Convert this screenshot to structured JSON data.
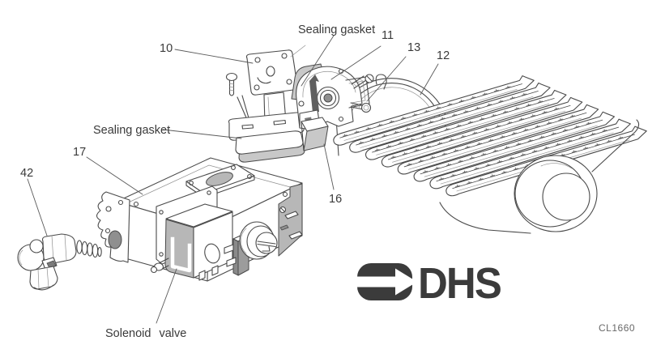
{
  "figure": {
    "logo_text": "DHS",
    "code": "CL1660"
  },
  "callouts": {
    "sealing_gasket_top": "Sealing gasket",
    "sealing_gasket_left": "Sealing gasket",
    "solenoid_valve": "Solenoid valve",
    "part_10": "10",
    "part_11": "11",
    "part_12": "12",
    "part_13": "13",
    "part_16": "16",
    "part_17": "17",
    "part_42": "42"
  },
  "colors": {
    "line": "#4a4a4a",
    "shade": "#c8c8c8",
    "dark_shade": "#9c9c9c",
    "text": "#3a3a3a",
    "logo": "#3b3b3b",
    "background": "#ffffff"
  }
}
